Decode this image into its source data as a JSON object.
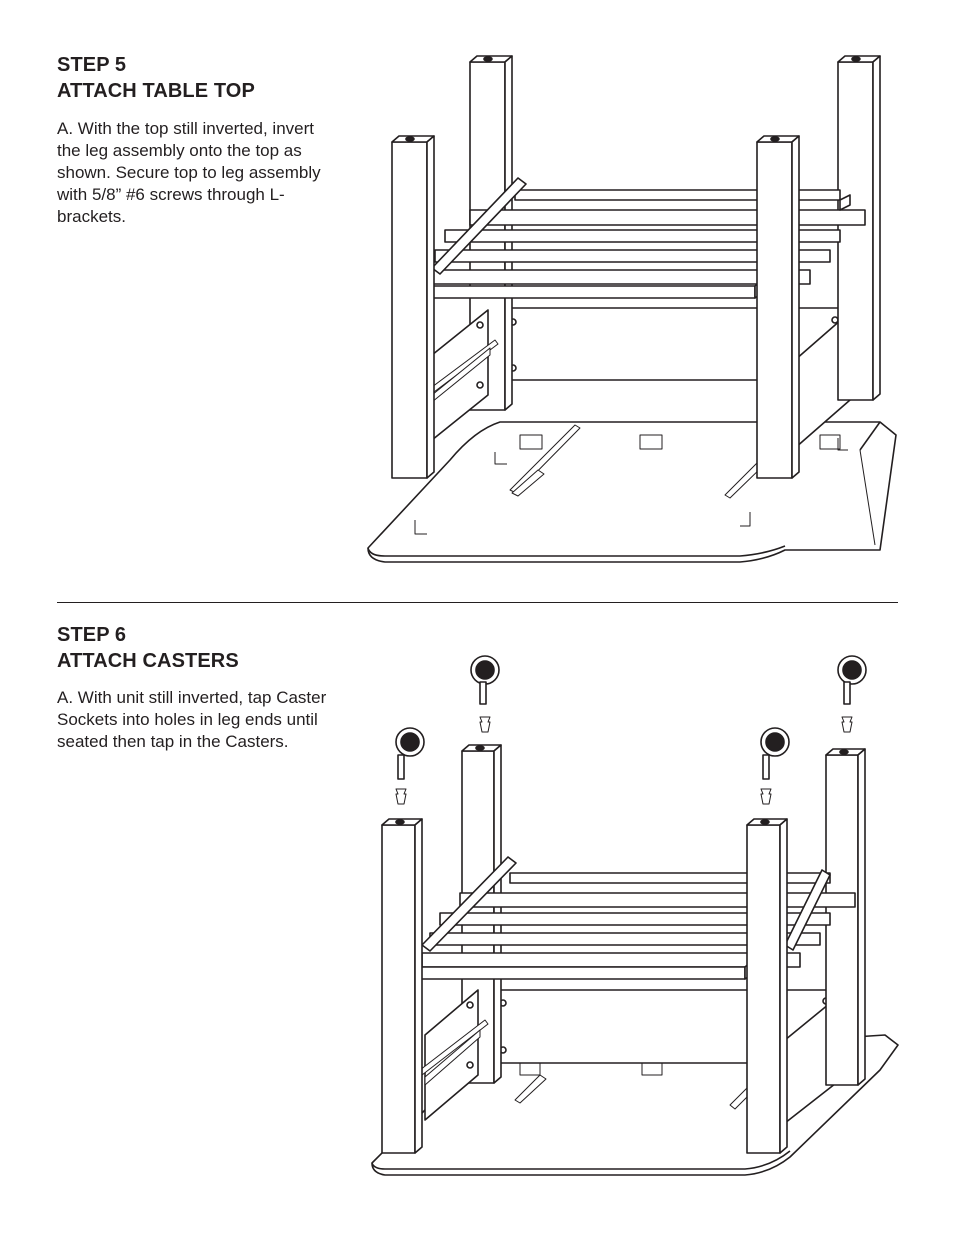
{
  "steps": [
    {
      "number_label": "STEP 5",
      "title": "ATTACH TABLE TOP",
      "instruction": "A. With the top still inverted, invert the leg assembly onto the top as shown. Secure top to leg assembly with 5/8” #6 screws through L-brackets."
    },
    {
      "number_label": "STEP 6",
      "title": "ATTACH CASTERS",
      "instruction": "A. With unit still inverted, tap Caster Sockets into holes in leg ends until seated then tap in the Casters."
    }
  ]
}
